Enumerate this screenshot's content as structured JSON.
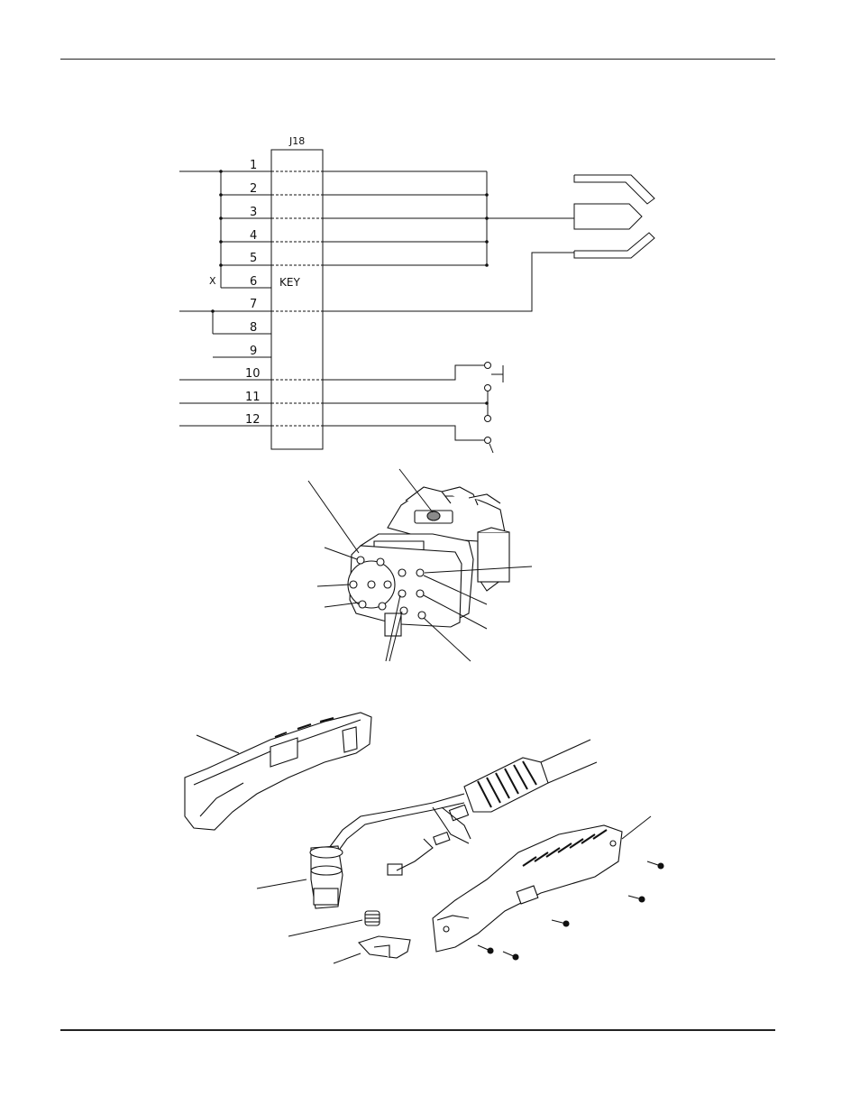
{
  "connector": {
    "label": "J18",
    "key_label": "KEY",
    "x_label": "X",
    "pins": [
      "1",
      "2",
      "3",
      "4",
      "5",
      "6",
      "7",
      "8",
      "9",
      "10",
      "11",
      "12"
    ]
  },
  "colors": {
    "line": "#111111",
    "fill_gray": "#8a8a8a"
  }
}
